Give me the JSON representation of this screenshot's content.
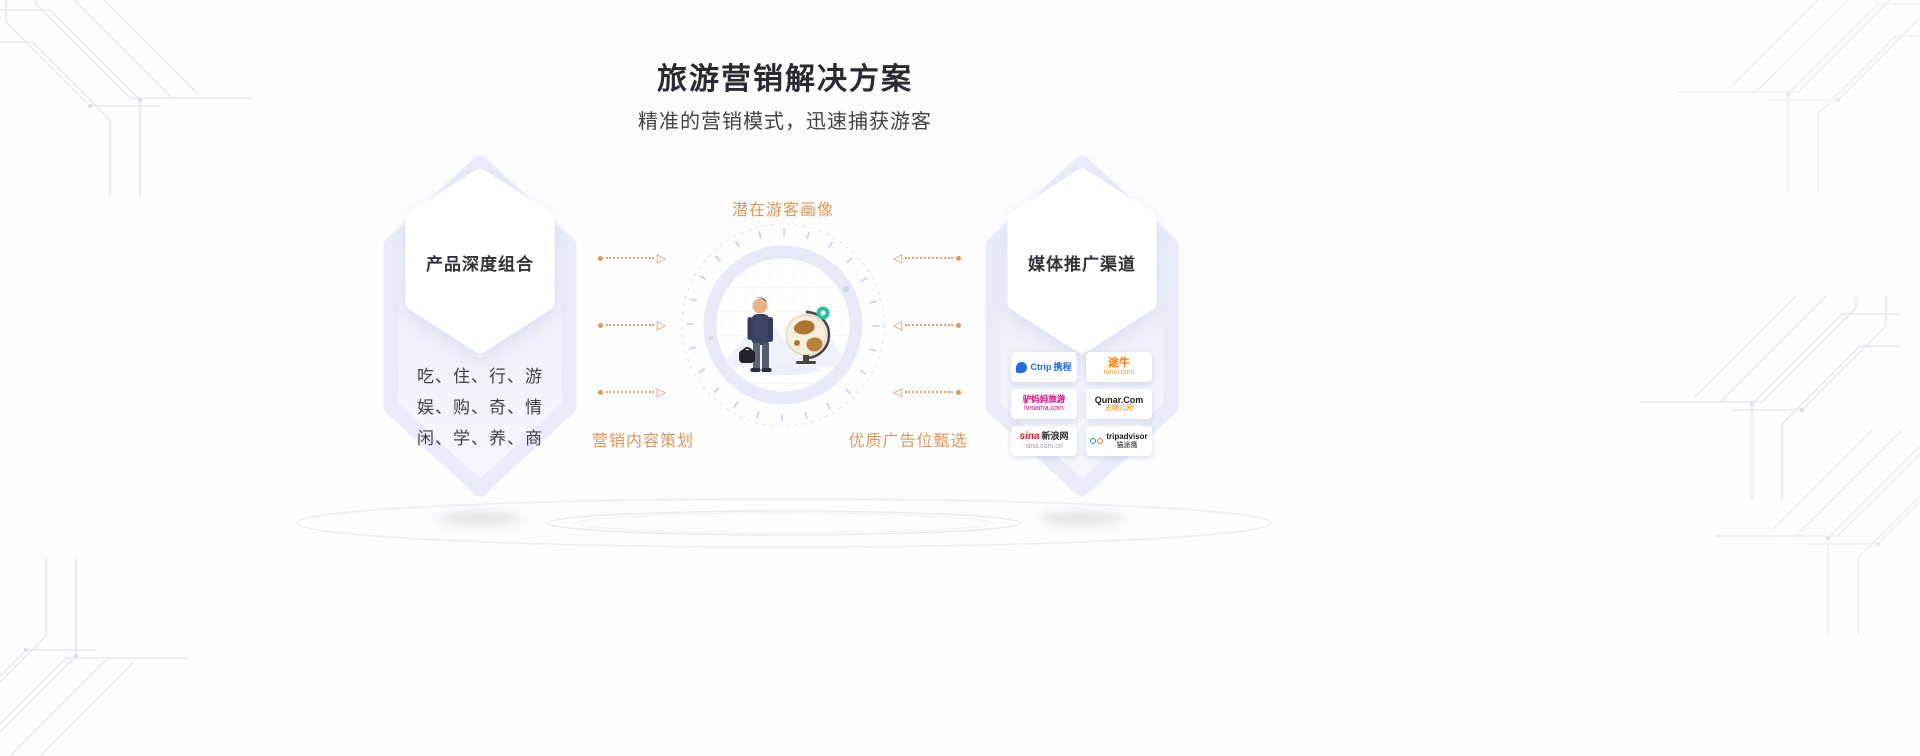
{
  "header": {
    "title": "旅游营销解决方案",
    "subtitle": "精准的营销模式，迅速捕获游客"
  },
  "left_card": {
    "title": "产品深度组合",
    "lines": [
      "吃、住、行、游",
      "娱、购、奇、情",
      "闲、学、养、商"
    ]
  },
  "flow": {
    "top_label": "潜在游客画像",
    "bottom_left_label": "营销内容策划",
    "bottom_right_label": "优质广告位甄选"
  },
  "right_card": {
    "title": "媒体推广渠道",
    "logos": [
      {
        "name": "ctrip",
        "l1a": "Ctrip",
        "l1b": "携程",
        "l2": "",
        "c1": "#1f6ee0",
        "c1b": "#1f6ee0",
        "c2": "#1f6ee0"
      },
      {
        "name": "tuniu",
        "l1a": "途牛",
        "l1b": "",
        "l2": "tuniu.com",
        "c1": "#ff7d00",
        "c1b": "#ff7d00",
        "c2": "#ff9a33"
      },
      {
        "name": "lvmama",
        "l1a": "驴妈妈旅游",
        "l1b": "",
        "l2": "lvmama.com",
        "c1": "#e5017e",
        "c1b": "#e5017e",
        "c2": "#e5017e"
      },
      {
        "name": "qunar",
        "l1a": "Qunar.Com",
        "l1b": "",
        "l2": "去哪儿网",
        "c1": "#1c1c1c",
        "c1b": "#1c1c1c",
        "c2": "#ff8300"
      },
      {
        "name": "sina",
        "l1a": "sina",
        "l1b": "新浪网",
        "l2": "sina.com.cn",
        "c1": "#e6162d",
        "c1b": "#2b2b2b",
        "c2": "#9aa0a6"
      },
      {
        "name": "tripadvisor",
        "l1a": "tripadvisor",
        "l1b": "",
        "l2": "猫途鹰",
        "c1": "#1c1c1c",
        "c1b": "#1c1c1c",
        "c2": "#1c1c1c"
      }
    ]
  },
  "colors": {
    "accent_orange": "#d9995c",
    "card_lavender": "#e8ebf7",
    "pin_green": "#28bfa8"
  }
}
